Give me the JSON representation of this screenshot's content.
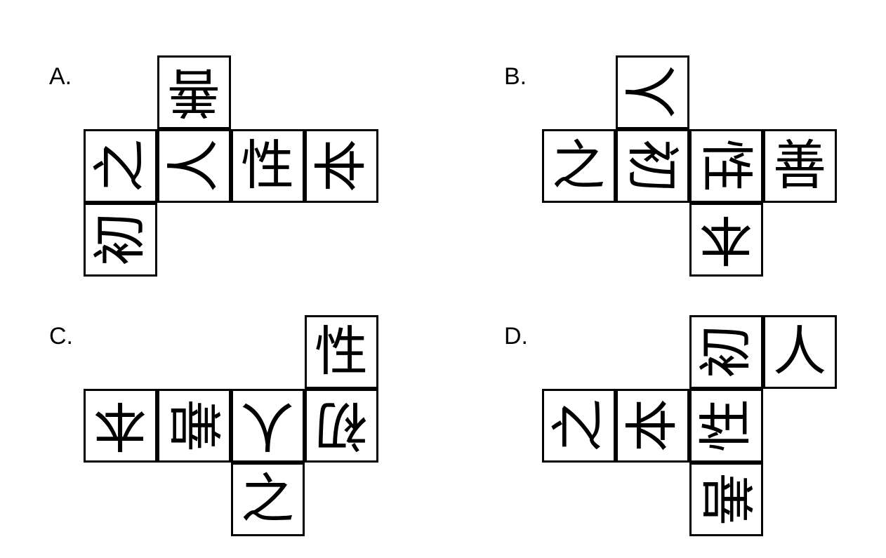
{
  "page": {
    "background_color": "#ffffff",
    "ink_color": "#000000",
    "description": "Four multiple-choice cube-net diagrams labeled A, B, C and D. Each net is made of six square faces, each face bearing one Chinese character from the phrase 人之初性本善, drawn at various rotations."
  },
  "options": [
    {
      "id": "A",
      "label": "A.",
      "columns": 4,
      "rows": 3,
      "cells": [
        {
          "name": "cell-a-r1c2",
          "char": "善",
          "rotation": 180,
          "row": 1,
          "col": 2
        },
        {
          "name": "cell-a-r2c1",
          "char": "之",
          "rotation": 270,
          "row": 2,
          "col": 1
        },
        {
          "name": "cell-a-r2c2",
          "char": "人",
          "rotation": 270,
          "row": 2,
          "col": 2
        },
        {
          "name": "cell-a-r2c3",
          "char": "性",
          "rotation": 0,
          "row": 2,
          "col": 3
        },
        {
          "name": "cell-a-r2c4",
          "char": "本",
          "rotation": 270,
          "row": 2,
          "col": 4
        },
        {
          "name": "cell-a-r3c1",
          "char": "初",
          "rotation": 270,
          "row": 3,
          "col": 1
        }
      ]
    },
    {
      "id": "B",
      "label": "B.",
      "columns": 4,
      "rows": 3,
      "cells": [
        {
          "name": "cell-b-r1c2",
          "char": "人",
          "rotation": 270,
          "row": 1,
          "col": 2
        },
        {
          "name": "cell-b-r2c1",
          "char": "之",
          "rotation": 0,
          "row": 2,
          "col": 1
        },
        {
          "name": "cell-b-r2c2",
          "char": "初",
          "rotation": 90,
          "row": 2,
          "col": 2
        },
        {
          "name": "cell-b-r2c3",
          "char": "性",
          "rotation": 90,
          "row": 2,
          "col": 3
        },
        {
          "name": "cell-b-r2c4",
          "char": "善",
          "rotation": 0,
          "row": 2,
          "col": 4
        },
        {
          "name": "cell-b-r3c3",
          "char": "本",
          "rotation": 180,
          "row": 3,
          "col": 3
        }
      ]
    },
    {
      "id": "C",
      "label": "C.",
      "columns": 4,
      "rows": 3,
      "cells": [
        {
          "name": "cell-c-r1c4",
          "char": "性",
          "rotation": 0,
          "row": 1,
          "col": 4
        },
        {
          "name": "cell-c-r2c1",
          "char": "本",
          "rotation": 180,
          "row": 2,
          "col": 1
        },
        {
          "name": "cell-c-r2c2",
          "char": "善",
          "rotation": 90,
          "row": 2,
          "col": 2
        },
        {
          "name": "cell-c-r2c3",
          "char": "人",
          "rotation": 180,
          "row": 2,
          "col": 3
        },
        {
          "name": "cell-c-r2c4",
          "char": "初",
          "rotation": 180,
          "row": 2,
          "col": 4
        },
        {
          "name": "cell-c-r3c3",
          "char": "之",
          "rotation": 0,
          "row": 3,
          "col": 3
        }
      ]
    },
    {
      "id": "D",
      "label": "D.",
      "columns": 4,
      "rows": 3,
      "cells": [
        {
          "name": "cell-d-r1c3",
          "char": "初",
          "rotation": 270,
          "row": 1,
          "col": 3
        },
        {
          "name": "cell-d-r1c4",
          "char": "人",
          "rotation": 0,
          "row": 1,
          "col": 4
        },
        {
          "name": "cell-d-r2c1",
          "char": "之",
          "rotation": 270,
          "row": 2,
          "col": 1
        },
        {
          "name": "cell-d-r2c2",
          "char": "本",
          "rotation": 270,
          "row": 2,
          "col": 2
        },
        {
          "name": "cell-d-r2c3",
          "char": "性",
          "rotation": 270,
          "row": 2,
          "col": 3
        },
        {
          "name": "cell-d-r3c3",
          "char": "善",
          "rotation": 90,
          "row": 3,
          "col": 3
        }
      ]
    }
  ]
}
